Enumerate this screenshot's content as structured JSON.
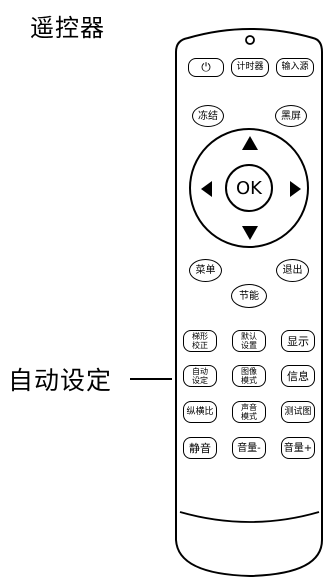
{
  "title": "遥控器",
  "callout": "自动设定",
  "buttons": {
    "power_symbol": "⏻",
    "timer": "计时器",
    "input_source": "输入源",
    "freeze": "冻结",
    "black_screen": "黑屏",
    "ok": "OK",
    "menu": "菜单",
    "exit": "退出",
    "energy_save": "节能",
    "keystone_line1": "梯形",
    "keystone_line2": "校正",
    "default_line1": "默认",
    "default_line2": "设置",
    "display": "显示",
    "auto_line1": "自动",
    "auto_line2": "设定",
    "image_mode_line1": "图像",
    "image_mode_line2": "模式",
    "info": "信息",
    "aspect_ratio": "纵横比",
    "sound_mode_line1": "声音",
    "sound_mode_line2": "模式",
    "test_pattern": "测试图",
    "mute": "静音",
    "volume_down": "音量-",
    "volume_up": "音量+"
  }
}
